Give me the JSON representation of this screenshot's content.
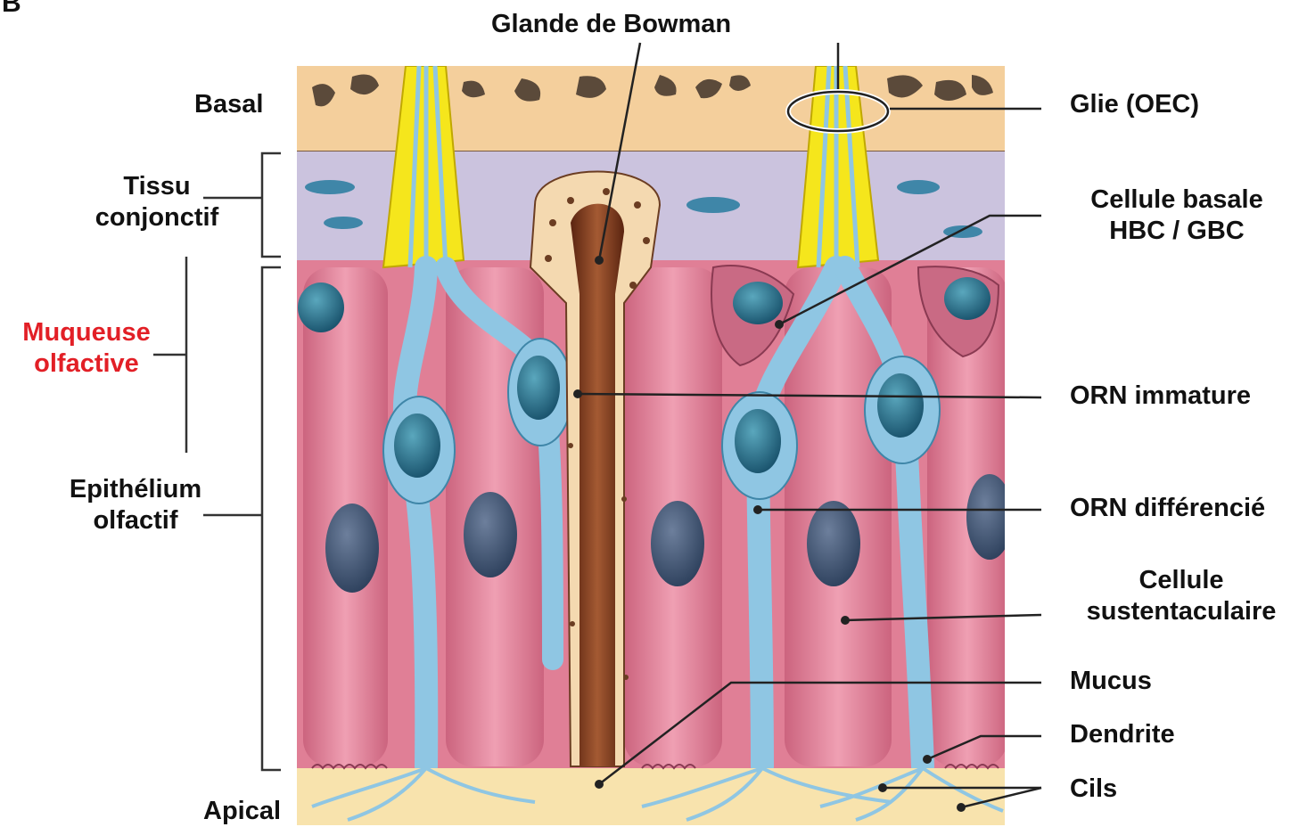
{
  "figure": {
    "panel_letter": "B",
    "labels": {
      "glande_bowman": "Glande de Bowman",
      "basal": "Basal",
      "apical": "Apical",
      "tissu": [
        "Tissu",
        "conjonctif"
      ],
      "muqueuse": [
        "Muqueuse",
        "olfactive"
      ],
      "epithelium": [
        "Epithélium",
        "olfactif"
      ],
      "glie": "Glie (OEC)",
      "cellule_basale": [
        "Cellule basale",
        "HBC / GBC"
      ],
      "orn_immature": "ORN immature",
      "orn_differencie": "ORN différencié",
      "cellule_sustentaculaire": [
        "Cellule",
        "sustentaculaire"
      ],
      "mucus": "Mucus",
      "dendrite": "Dendrite",
      "cils": "Cils"
    },
    "colors": {
      "accent_red": "#e21f26",
      "bone": "#f4cf9c",
      "connective": "#cbc3de",
      "epithelium_pink": "#e07f96",
      "neuron_blue": "#8fc6e3",
      "nucleus_teal": "#2b6f86",
      "glia_yellow": "#f5e61c",
      "gland_brown": "#7b3a1f",
      "mucus_yellow": "#f8e3ad"
    }
  }
}
